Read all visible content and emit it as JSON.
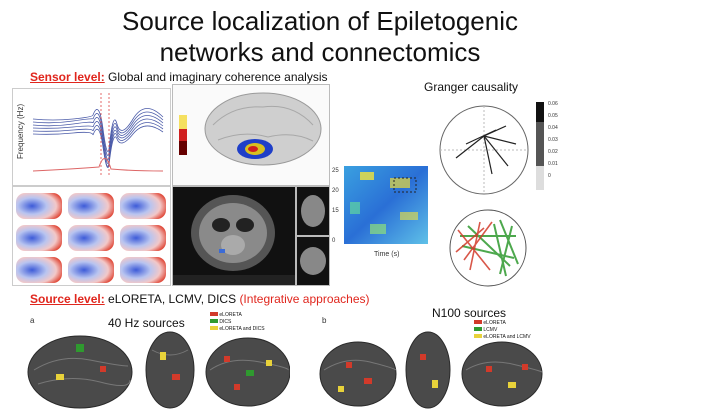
{
  "title": {
    "line1": "Source localization of Epiletogenic",
    "line2": "networks and connectomics"
  },
  "sensor_level": {
    "label": "Sensor level:",
    "text": "Global and imaginary coherence analysis"
  },
  "granger": {
    "title": "Granger causality",
    "colorbar_ticks": [
      "0.06",
      "0.05",
      "0.04",
      "0.03",
      "0.02",
      "0.01",
      "0"
    ]
  },
  "source_level": {
    "label": "Source level:",
    "methods": "eLORETA, LCMV, DICS",
    "note": "(Integrative approaches)"
  },
  "sources": {
    "left_title": "40 Hz sources",
    "right_title": "N100 sources",
    "left_legend": [
      "eLORETA",
      "DICS",
      "eLORETA and DICS"
    ],
    "right_legend": [
      "eLORETA",
      "LCMV",
      "eLORETA and LCMV"
    ],
    "left_panel_letter": "a",
    "right_panel_letter": "b"
  },
  "plots": {
    "frequency_axis": "Frequency (Hz)",
    "time_axis": "Time (s)"
  },
  "colors": {
    "accent_red": "#e0261d",
    "heatmap_blue": "#1f5fd6",
    "heatmap_yellow": "#f3e33a",
    "connect_green": "#2f9a2f",
    "connect_red": "#d23a2a"
  }
}
